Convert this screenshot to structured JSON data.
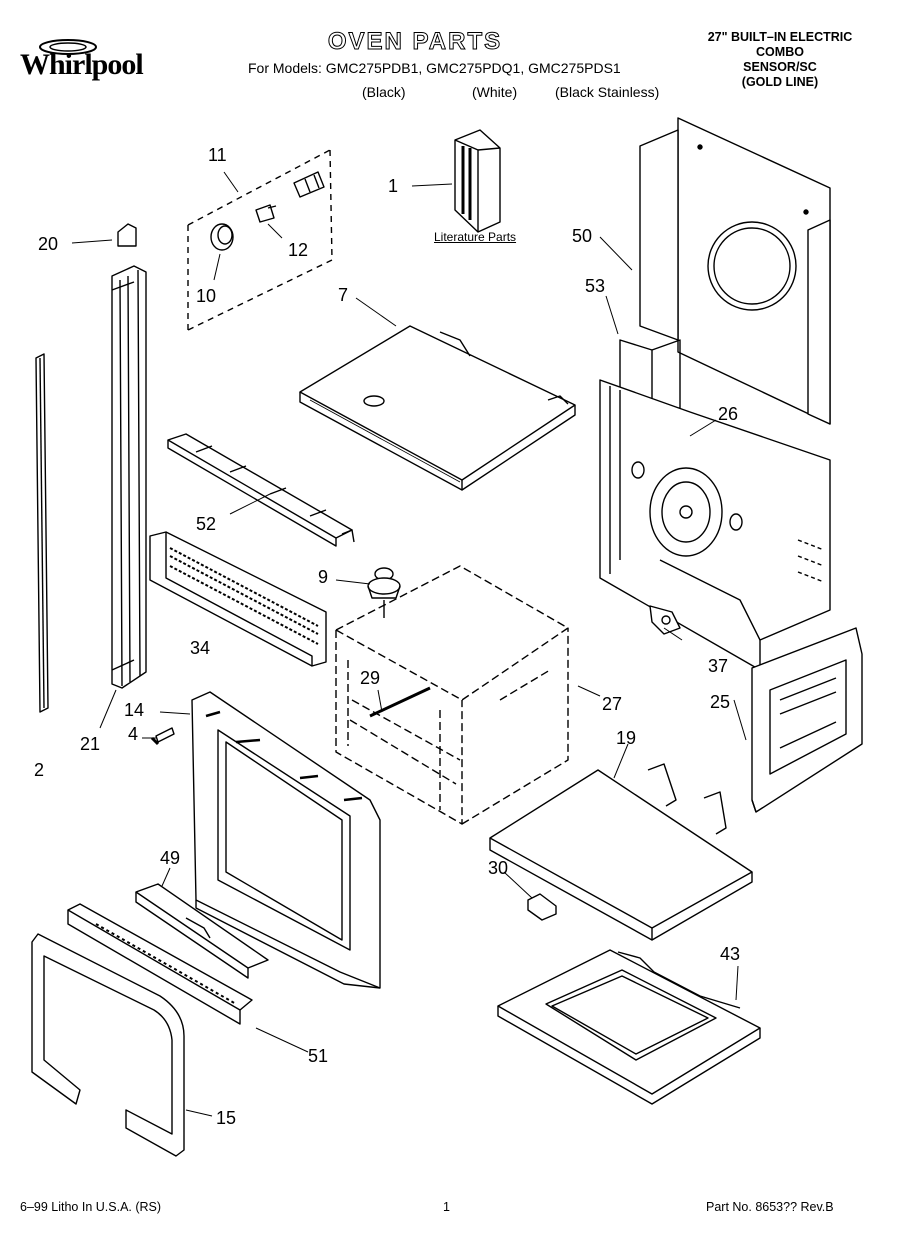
{
  "header": {
    "brand": "Whirlpool",
    "title": "OVEN PARTS",
    "models_line": "For Models: GMC275PDB1, GMC275PDQ1, GMC275PDS1",
    "variants": [
      "(Black)",
      "(White)",
      "(Black Stainless)"
    ],
    "product": [
      "27\" BUILT–IN ELECTRIC",
      "COMBO",
      "SENSOR/SC",
      "(GOLD LINE)"
    ]
  },
  "literature_label": "Literature Parts",
  "callouts": [
    "1",
    "2",
    "4",
    "7",
    "9",
    "10",
    "11",
    "12",
    "14",
    "15",
    "19",
    "20",
    "21",
    "25",
    "26",
    "27",
    "29",
    "30",
    "34",
    "37",
    "43",
    "49",
    "50",
    "51",
    "52",
    "53"
  ],
  "footer": {
    "left": "6–99 Litho In U.S.A. (RS)",
    "page": "1",
    "right": "Part No. 8653?? Rev.B"
  }
}
